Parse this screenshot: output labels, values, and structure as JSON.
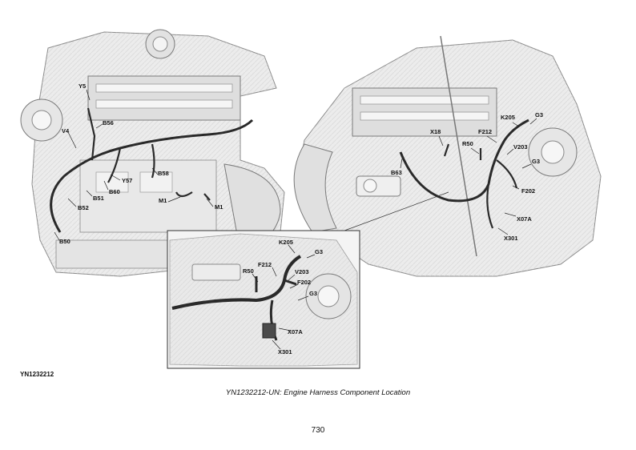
{
  "figure_id": "YN1232212",
  "caption": "YN1232212-UN: Engine Harness Component Location",
  "page_number": "730",
  "callouts": {
    "left_view": [
      "Y5",
      "B56",
      "V4",
      "Y57",
      "B58",
      "B60",
      "B51",
      "M1",
      "M1",
      "B52",
      "B50"
    ],
    "right_view": [
      "K205",
      "G3",
      "F212",
      "X18",
      "R50",
      "V203",
      "G3",
      "B63",
      "F202",
      "X07A",
      "X301"
    ],
    "detail_view": [
      "K205",
      "G3",
      "F212",
      "R50",
      "V203",
      "F202",
      "G3",
      "X07A",
      "X301"
    ]
  }
}
